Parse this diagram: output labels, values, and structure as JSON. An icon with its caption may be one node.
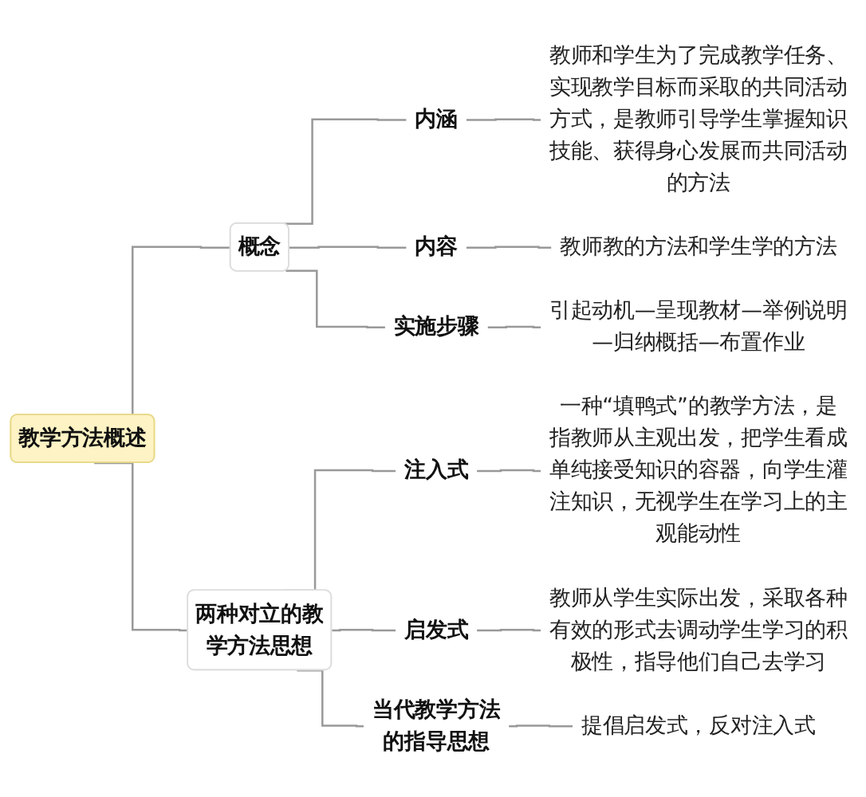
{
  "diagram": {
    "nodes": [
      {
        "text": [
          "教学方法概述"
        ]
      },
      {
        "text": [
          "概念"
        ]
      },
      {
        "text": [
          "内涵"
        ]
      },
      {
        "text": [
          "教师和学生为了完成教学任务、实现教学目标而采取的共同活动方式，是教师引导学生掌握知识技能、获得身心发展而共同活动的方法"
        ]
      },
      {
        "text": [
          "内容"
        ]
      },
      {
        "text": [
          "教师教的方法和学生学的方法"
        ]
      },
      {
        "text": [
          "实施步骤"
        ]
      },
      {
        "text": [
          "引起动机—呈现教材—举例说明—归纳概括—布置作业"
        ]
      },
      {
        "text": [
          "两种对立的教学方法思想"
        ]
      },
      {
        "text": [
          "注入式"
        ]
      },
      {
        "text": [
          "一种“填鸭式”的教学方法，是指教师从主观出发，把学生看成单纯接受知识的容器，向学生灌注知识，无视学生在学习上的主观能动性"
        ]
      },
      {
        "text": [
          "启发式"
        ]
      },
      {
        "text": [
          "教师从学生实际出发，采取各种有效的形式去调动学生学习的积极性，指导他们自己去学习"
        ]
      },
      {
        "text": [
          "当代教学方法的指导思想"
        ]
      },
      {
        "text": [
          "提倡启发式，反对注入式"
        ]
      }
    ],
    "edges": [
      {
        "from": 0,
        "to": 1,
        "arrow": "none"
      },
      {
        "from": 0,
        "to": 8,
        "arrow": "none"
      },
      {
        "from": 1,
        "to": 2,
        "arrow": "none"
      },
      {
        "from": 1,
        "to": 4,
        "arrow": "none"
      },
      {
        "from": 1,
        "to": 6,
        "arrow": "none"
      },
      {
        "from": 2,
        "to": 3,
        "arrow": "none"
      },
      {
        "from": 4,
        "to": 5,
        "arrow": "none"
      },
      {
        "from": 6,
        "to": 7,
        "arrow": "none"
      },
      {
        "from": 8,
        "to": 9,
        "arrow": "none"
      },
      {
        "from": 8,
        "to": 11,
        "arrow": "none"
      },
      {
        "from": 8,
        "to": 13,
        "arrow": "none"
      },
      {
        "from": 9,
        "to": 10,
        "arrow": "none"
      },
      {
        "from": 11,
        "to": 12,
        "arrow": "none"
      },
      {
        "from": 13,
        "to": 14,
        "arrow": "none"
      }
    ]
  }
}
